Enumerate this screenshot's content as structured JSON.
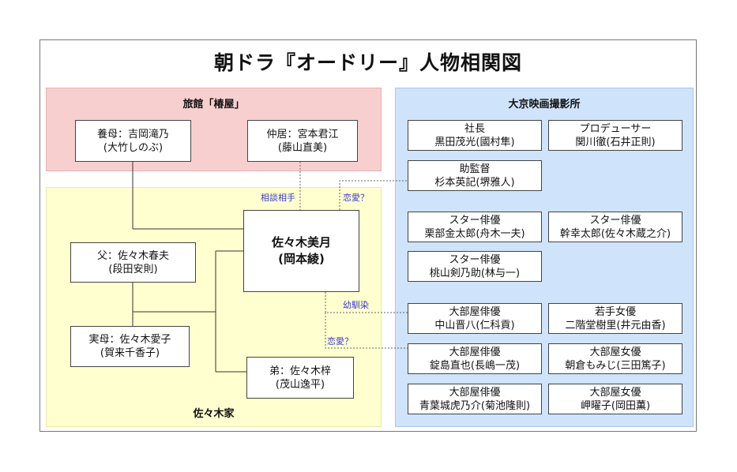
{
  "title": "朝ドラ『オードリー』人物相関図",
  "groups": {
    "inn": "旅館「椿屋」",
    "studio": "大京映画撮影所",
    "family": "佐々木家"
  },
  "people": {
    "adoptive_mother": {
      "role": "養母：吉岡滝乃",
      "actor": "(大竹しのぶ)"
    },
    "maid": {
      "role": "仲居：宮本君江",
      "actor": "(藤山直美)"
    },
    "heroine": {
      "role": "佐々木美月",
      "actor": "(岡本綾)"
    },
    "father": {
      "role": "父：佐々木春夫",
      "actor": "(段田安則)"
    },
    "mother": {
      "role": "実母：佐々木愛子",
      "actor": "(賀来千香子)"
    },
    "brother": {
      "role": "弟：佐々木梓",
      "actor": "(茂山逸平)"
    },
    "president": {
      "role": "社長",
      "actor": "黒田茂光(國村隼)"
    },
    "producer": {
      "role": "プロデューサー",
      "actor": "関川徹(石井正則)"
    },
    "asst_director": {
      "role": "助監督",
      "actor": "杉本英記(堺雅人)"
    },
    "star1": {
      "role": "スター俳優",
      "actor": "栗部金太郎(舟木一夫)"
    },
    "star2": {
      "role": "スター俳優",
      "actor": "幹幸太郎(佐々木蔵之介)"
    },
    "star3": {
      "role": "スター俳優",
      "actor": "桃山剣乃助(林与一)"
    },
    "extra1": {
      "role": "大部屋俳優",
      "actor": "中山晋八(仁科貢)"
    },
    "young_actress": {
      "role": "若手女優",
      "actor": "二階堂樹里(井元由香)"
    },
    "extra2": {
      "role": "大部屋俳優",
      "actor": "錠島直也(長嶋一茂)"
    },
    "extra_actress1": {
      "role": "大部屋女優",
      "actor": "朝倉もみじ(三田篤子)"
    },
    "extra3": {
      "role": "大部屋俳優",
      "actor": "青葉城虎乃介(菊池隆則)"
    },
    "extra_actress2": {
      "role": "大部屋女優",
      "actor": "岬曜子(岡田薫)"
    }
  },
  "relations": {
    "consult": "相談相手",
    "romance1": "恋愛？",
    "childhood": "幼馴染",
    "romance2": "恋愛？"
  }
}
